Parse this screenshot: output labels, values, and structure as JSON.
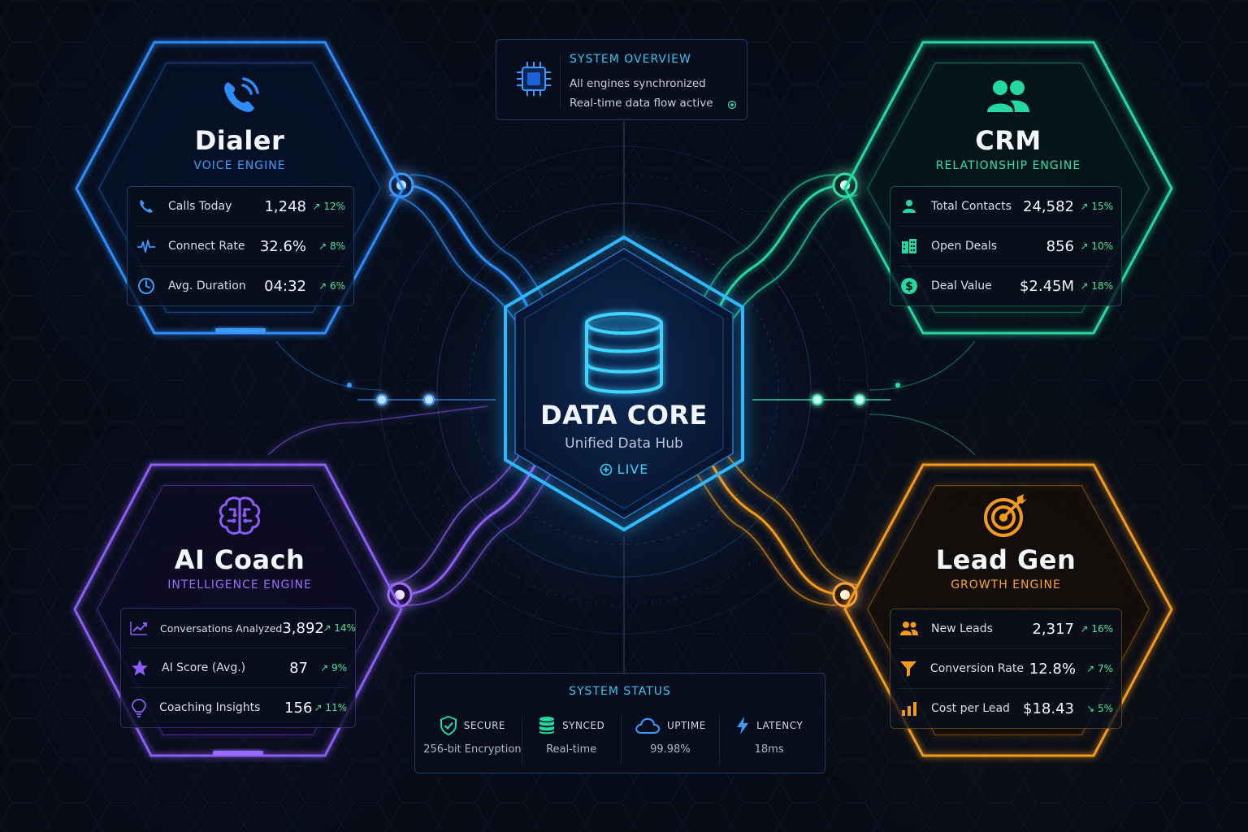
{
  "overview": {
    "title": "SYSTEM OVERVIEW",
    "line1": "All engines synchronized",
    "line2": "Real-time data flow active"
  },
  "core": {
    "title": "DATA CORE",
    "subtitle": "Unified Data Hub",
    "status": "LIVE",
    "icon": "database-icon",
    "color": "#22c8ff"
  },
  "dialer": {
    "title": "Dialer",
    "subtitle": "VOICE ENGINE",
    "icon": "phone-icon",
    "color": "#2f8cff",
    "metrics": [
      {
        "icon": "phone-icon",
        "label": "Calls Today",
        "value": "1,248",
        "trend": "↗ 12%"
      },
      {
        "icon": "pulse-icon",
        "label": "Connect Rate",
        "value": "32.6%",
        "trend": "↗ 8%"
      },
      {
        "icon": "clock-icon",
        "label": "Avg. Duration",
        "value": "04:32",
        "trend": "↗ 6%"
      }
    ]
  },
  "crm": {
    "title": "CRM",
    "subtitle": "RELATIONSHIP ENGINE",
    "icon": "users-icon",
    "color": "#25d8a0",
    "metrics": [
      {
        "icon": "user-icon",
        "label": "Total Contacts",
        "value": "24,582",
        "trend": "↗ 15%"
      },
      {
        "icon": "building-icon",
        "label": "Open Deals",
        "value": "856",
        "trend": "↗ 10%"
      },
      {
        "icon": "dollar-icon",
        "label": "Deal Value",
        "value": "$2.45M",
        "trend": "↗ 18%"
      }
    ]
  },
  "coach": {
    "title": "AI Coach",
    "subtitle": "INTELLIGENCE ENGINE",
    "icon": "brain-icon",
    "color": "#8b5cf6",
    "metrics": [
      {
        "icon": "chart-line-icon",
        "label": "Conversations Analyzed",
        "value": "3,892",
        "trend": "↗ 14%"
      },
      {
        "icon": "star-icon",
        "label": "AI Score (Avg.)",
        "value": "87",
        "trend": "↗ 9%"
      },
      {
        "icon": "lightbulb-icon",
        "label": "Coaching Insights",
        "value": "156",
        "trend": "↗ 11%"
      }
    ]
  },
  "leadgen": {
    "title": "Lead Gen",
    "subtitle": "GROWTH ENGINE",
    "icon": "target-icon",
    "color": "#f59a1a",
    "metrics": [
      {
        "icon": "users-icon",
        "label": "New Leads",
        "value": "2,317",
        "trend": "↗ 16%"
      },
      {
        "icon": "funnel-icon",
        "label": "Conversion Rate",
        "value": "12.8%",
        "trend": "↗ 7%"
      },
      {
        "icon": "bar-chart-icon",
        "label": "Cost per Lead",
        "value": "$18.43",
        "trend": "↘ 5%"
      }
    ]
  },
  "status": {
    "title": "SYSTEM STATUS",
    "items": [
      {
        "icon": "shield-icon",
        "label": "SECURE",
        "value": "256-bit Encryption"
      },
      {
        "icon": "database-icon",
        "label": "SYNCED",
        "value": "Real-time"
      },
      {
        "icon": "cloud-icon",
        "label": "UPTIME",
        "value": "99.98%"
      },
      {
        "icon": "lightning-icon",
        "label": "LATENCY",
        "value": "18ms"
      }
    ]
  }
}
